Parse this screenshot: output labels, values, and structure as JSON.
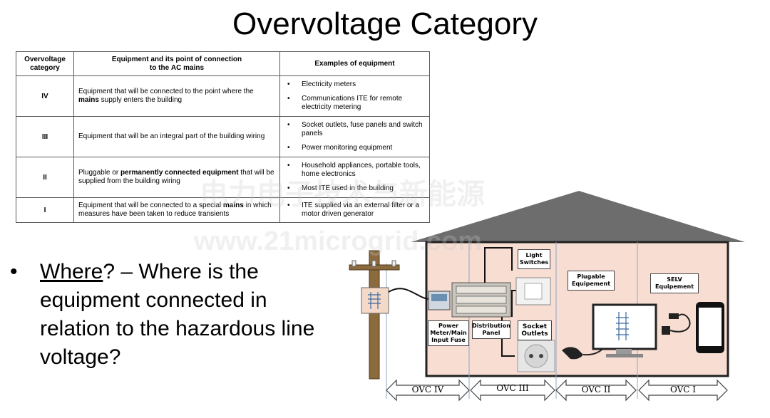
{
  "title": "Overvoltage Category",
  "table": {
    "headers": {
      "category_line1": "Overvoltage",
      "category_line2": "category",
      "connection_line1": "Equipment and its point of connection",
      "connection_line2_pre": "to the ",
      "connection_line2_bold": "AC",
      "connection_line2_post": " mains",
      "examples": "Examples of equipment"
    },
    "rows": [
      {
        "category": "IV",
        "conn_pre": "Equipment that will be connected to the point where the ",
        "conn_bold": "mains",
        "conn_post": " supply enters the building",
        "examples": [
          "Electricity meters",
          "Communications ITE for remote electricity metering"
        ]
      },
      {
        "category": "III",
        "conn_pre": "Equipment that will be an integral part of the building wiring",
        "conn_bold": "",
        "conn_post": "",
        "examples": [
          "Socket outlets, fuse panels and switch panels",
          "Power monitoring equipment"
        ]
      },
      {
        "category": "II",
        "conn_pre": "Pluggable or ",
        "conn_bold": "permanently connected equipment",
        "conn_post": " that will be supplied from the building wiring",
        "examples": [
          "Household appliances, portable tools, home electronics",
          "Most ITE used in the building"
        ]
      },
      {
        "category": "I",
        "conn_pre": "Equipment that will be connected to a special ",
        "conn_bold": "mains",
        "conn_post": " in which measures have been taken to reduce transients",
        "examples": [
          "ITE supplied via an external filter or a motor driven generator"
        ]
      }
    ]
  },
  "bullet": {
    "symbol": "•",
    "where": "Where",
    "rest": "? – Where is the equipment connected in relation to the hazardous line voltage?"
  },
  "diagram": {
    "labels": {
      "light_switches": "Light Switches",
      "plugable": "Plugable Equipement",
      "selv": "SELV Equipement",
      "power_meter": "Power Meter/Main Input Fuse",
      "distribution": "Distribution Panel",
      "socket": "Socket Outlets"
    },
    "ovc": [
      "OVC IV",
      "OVC III",
      "OVC II",
      "OVC I"
    ]
  },
  "watermark": {
    "cn": "电力电子技术与新能源",
    "url": "www.21microgrid.com"
  },
  "colors": {
    "roof": "#6d6d6d",
    "wall": "#f7ddd2",
    "pole": "#8b6a3e"
  }
}
